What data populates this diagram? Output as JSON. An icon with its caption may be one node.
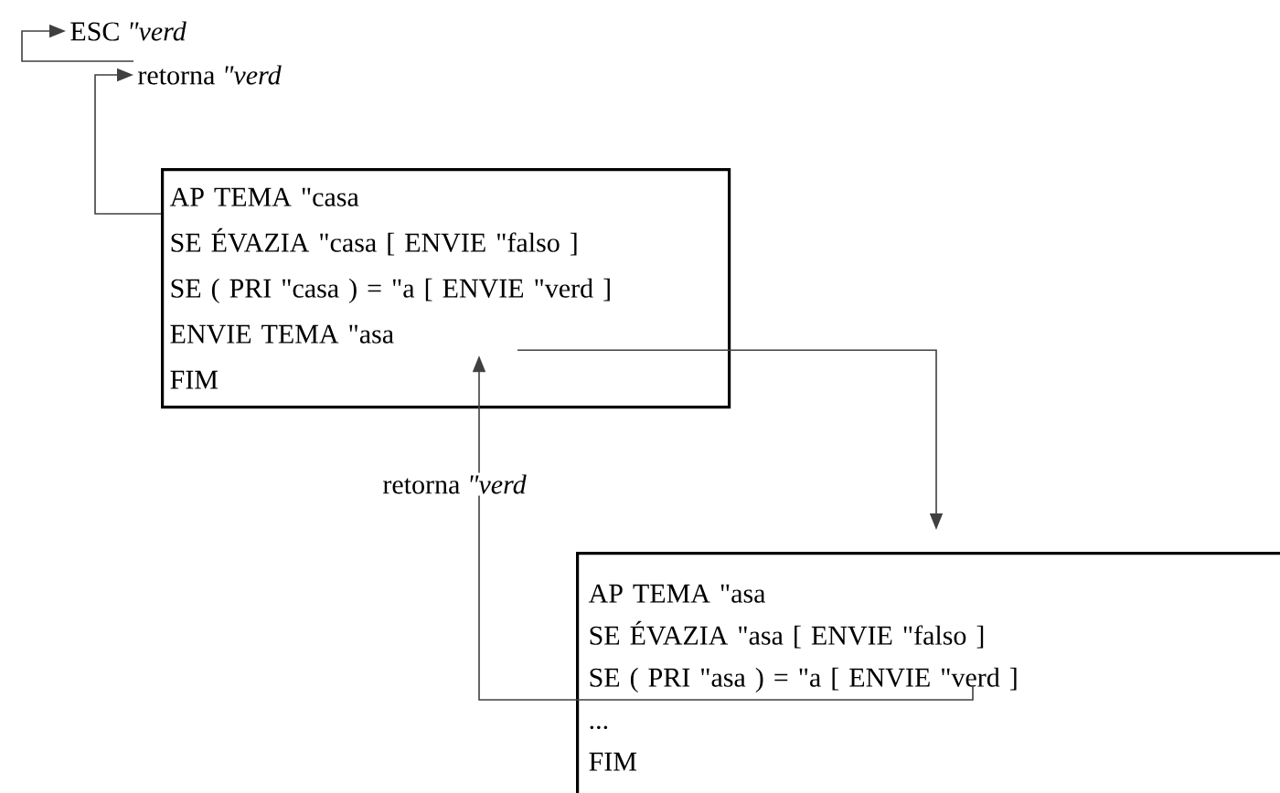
{
  "diagram": {
    "nodes": [
      {
        "text": [
          "ESC *\"verd*"
        ]
      },
      {
        "text": [
          "retorna *\"verd*"
        ]
      },
      {
        "text": [
          "AP TEMA \"casa",
          "SE ÉVAZIA \"casa [ ENVIE \"falso ]",
          "SE ( PRI \"casa ) = \"a [ ENVIE \"verd ]",
          "ENVIE TEMA \"asa",
          "FIM"
        ]
      },
      {
        "text": [
          "AP TEMA \"asa",
          "SE ÉVAZIA \"asa [ ENVIE \"falso ]",
          "SE ( PRI \"asa ) = \"a [ ENVIE \"verd ]",
          "...",
          "FIM"
        ]
      }
    ],
    "edges": [
      {
        "from": 2,
        "to": 1,
        "arrow": "to"
      },
      {
        "from": 1,
        "to": 0,
        "arrow": "to"
      },
      {
        "from": 2,
        "to": 3,
        "arrow": "to"
      },
      {
        "from": 3,
        "to": 2,
        "arrow": "to",
        "label": "retorna *\"verd*"
      }
    ]
  }
}
